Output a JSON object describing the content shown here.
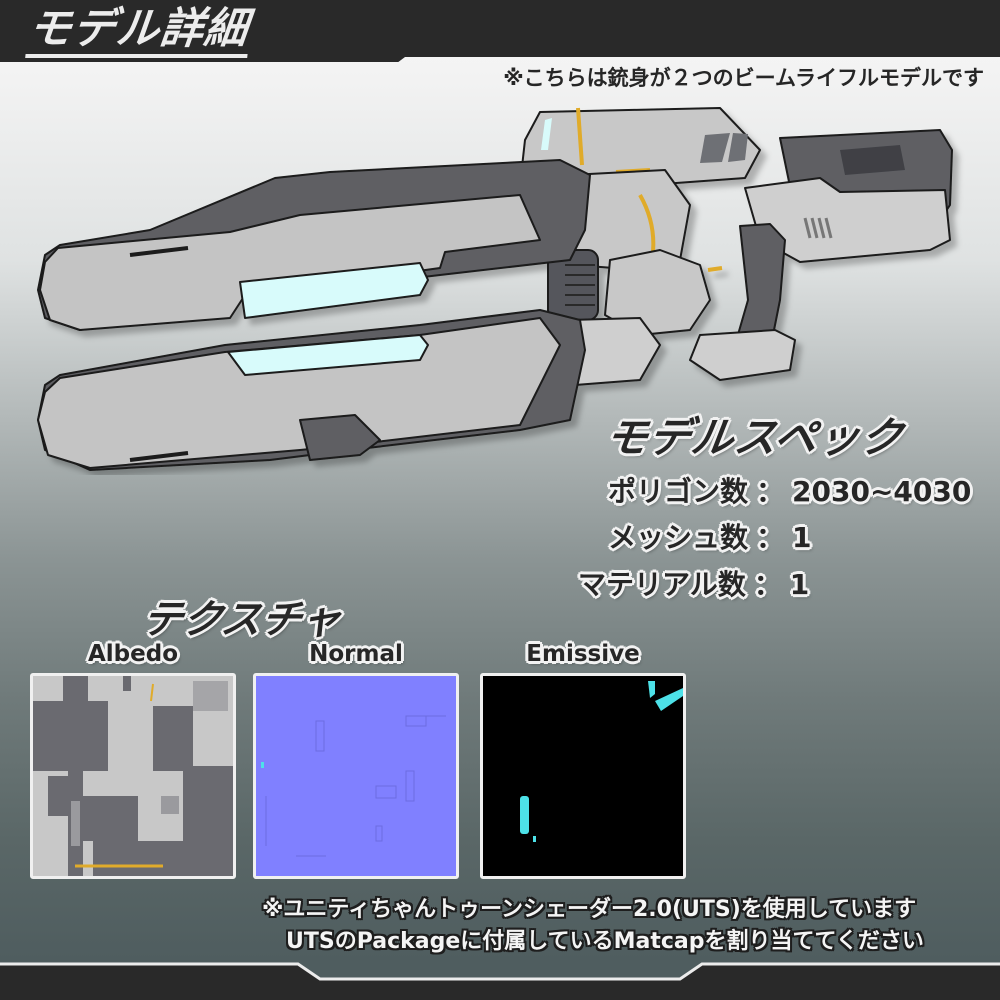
{
  "header": {
    "title": "モデル詳細",
    "note": "※こちらは銃身が２つのビームライフルモデルです"
  },
  "illustration": {
    "subject": "twin-barrel beam rifle 3D model render",
    "colors": {
      "light_panel": "#c4c4c4",
      "dark_panel": "#5e5f64",
      "emissive": "#d8fbfb",
      "accent_stripe": "#e0ab2a",
      "outline": "#1a1a1a"
    }
  },
  "specs": {
    "title": "モデルスペック",
    "rows": [
      {
        "label": "ポリゴン数",
        "value": "2030~4030"
      },
      {
        "label": "メッシュ数",
        "value": "1"
      },
      {
        "label": "マテリアル数",
        "value": "1"
      }
    ],
    "colon": "："
  },
  "textures": {
    "title": "テクスチャ",
    "items": [
      {
        "label": "Albedo",
        "base_color": "#c8c8c8",
        "detail_color": "#6a6a70"
      },
      {
        "label": "Normal",
        "base_color": "#8080ff",
        "detail_color": "#6c6ce0"
      },
      {
        "label": "Emissive",
        "base_color": "#000000",
        "detail_color": "#4de1e8"
      }
    ]
  },
  "footnotes": [
    "※ユニティちゃんトゥーンシェーダー2.0(UTS)を使用しています",
    "UTSのPackageに付属しているMatcapを割り当ててください"
  ],
  "theme": {
    "band_color": "#292929",
    "band_edge": "#ececec"
  }
}
